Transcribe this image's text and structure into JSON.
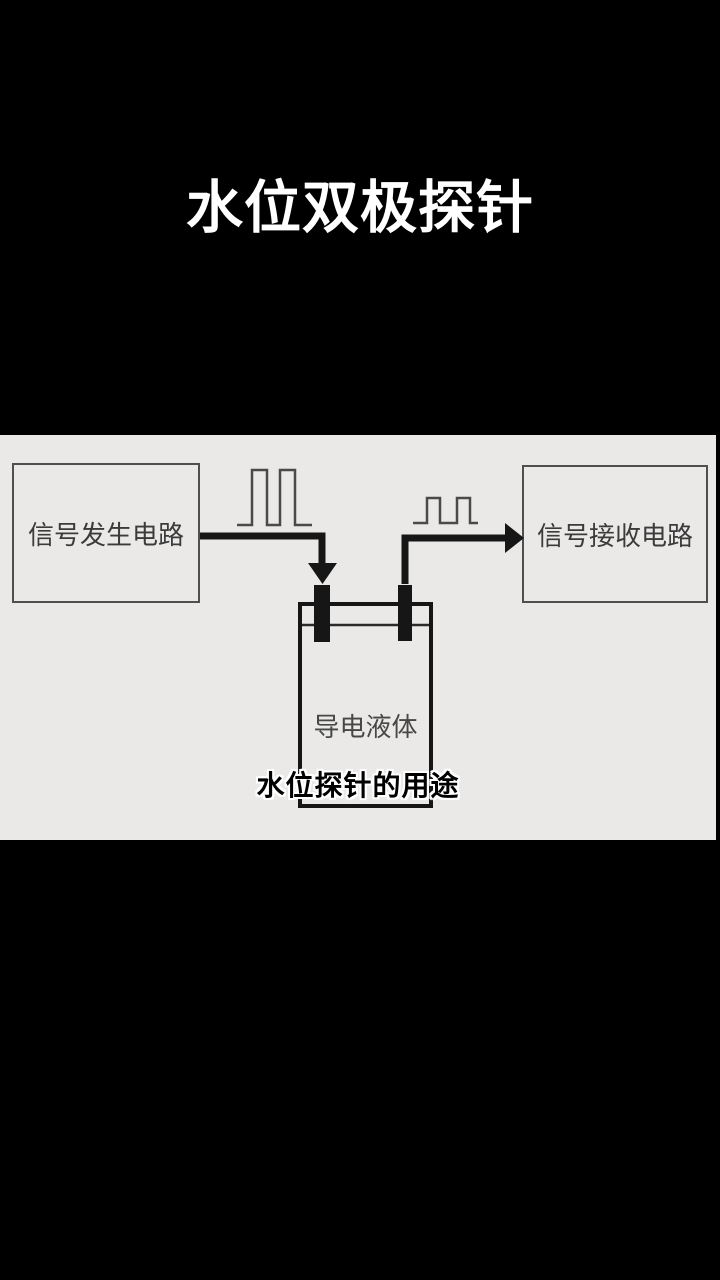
{
  "title": {
    "text": "水位双极探针"
  },
  "diagram": {
    "generator_box": {
      "label": "信号发生电路"
    },
    "receiver_box": {
      "label": "信号接收电路"
    },
    "tank": {
      "label": "导电液体"
    },
    "waveforms": [
      {
        "name": "generator-output",
        "type": "pulse-train",
        "pulse_count": 2,
        "amplitude": "tall"
      },
      {
        "name": "receiver-input",
        "type": "pulse-train",
        "pulse_count": 2,
        "amplitude": "short"
      }
    ]
  },
  "caption": {
    "text": "水位探针的用途"
  },
  "colors": {
    "background": "#000000",
    "title-text": "#ffffff",
    "panel-bg": "#eae9e8",
    "box-border": "#4f4f4f",
    "label-text": "#3b3b3b",
    "waveform-stroke": "#4a4a4a",
    "wire": "#161616",
    "liquid-line": "#2a2a2a",
    "caption-fill": "#000000",
    "caption-outline": "#ffffff"
  }
}
